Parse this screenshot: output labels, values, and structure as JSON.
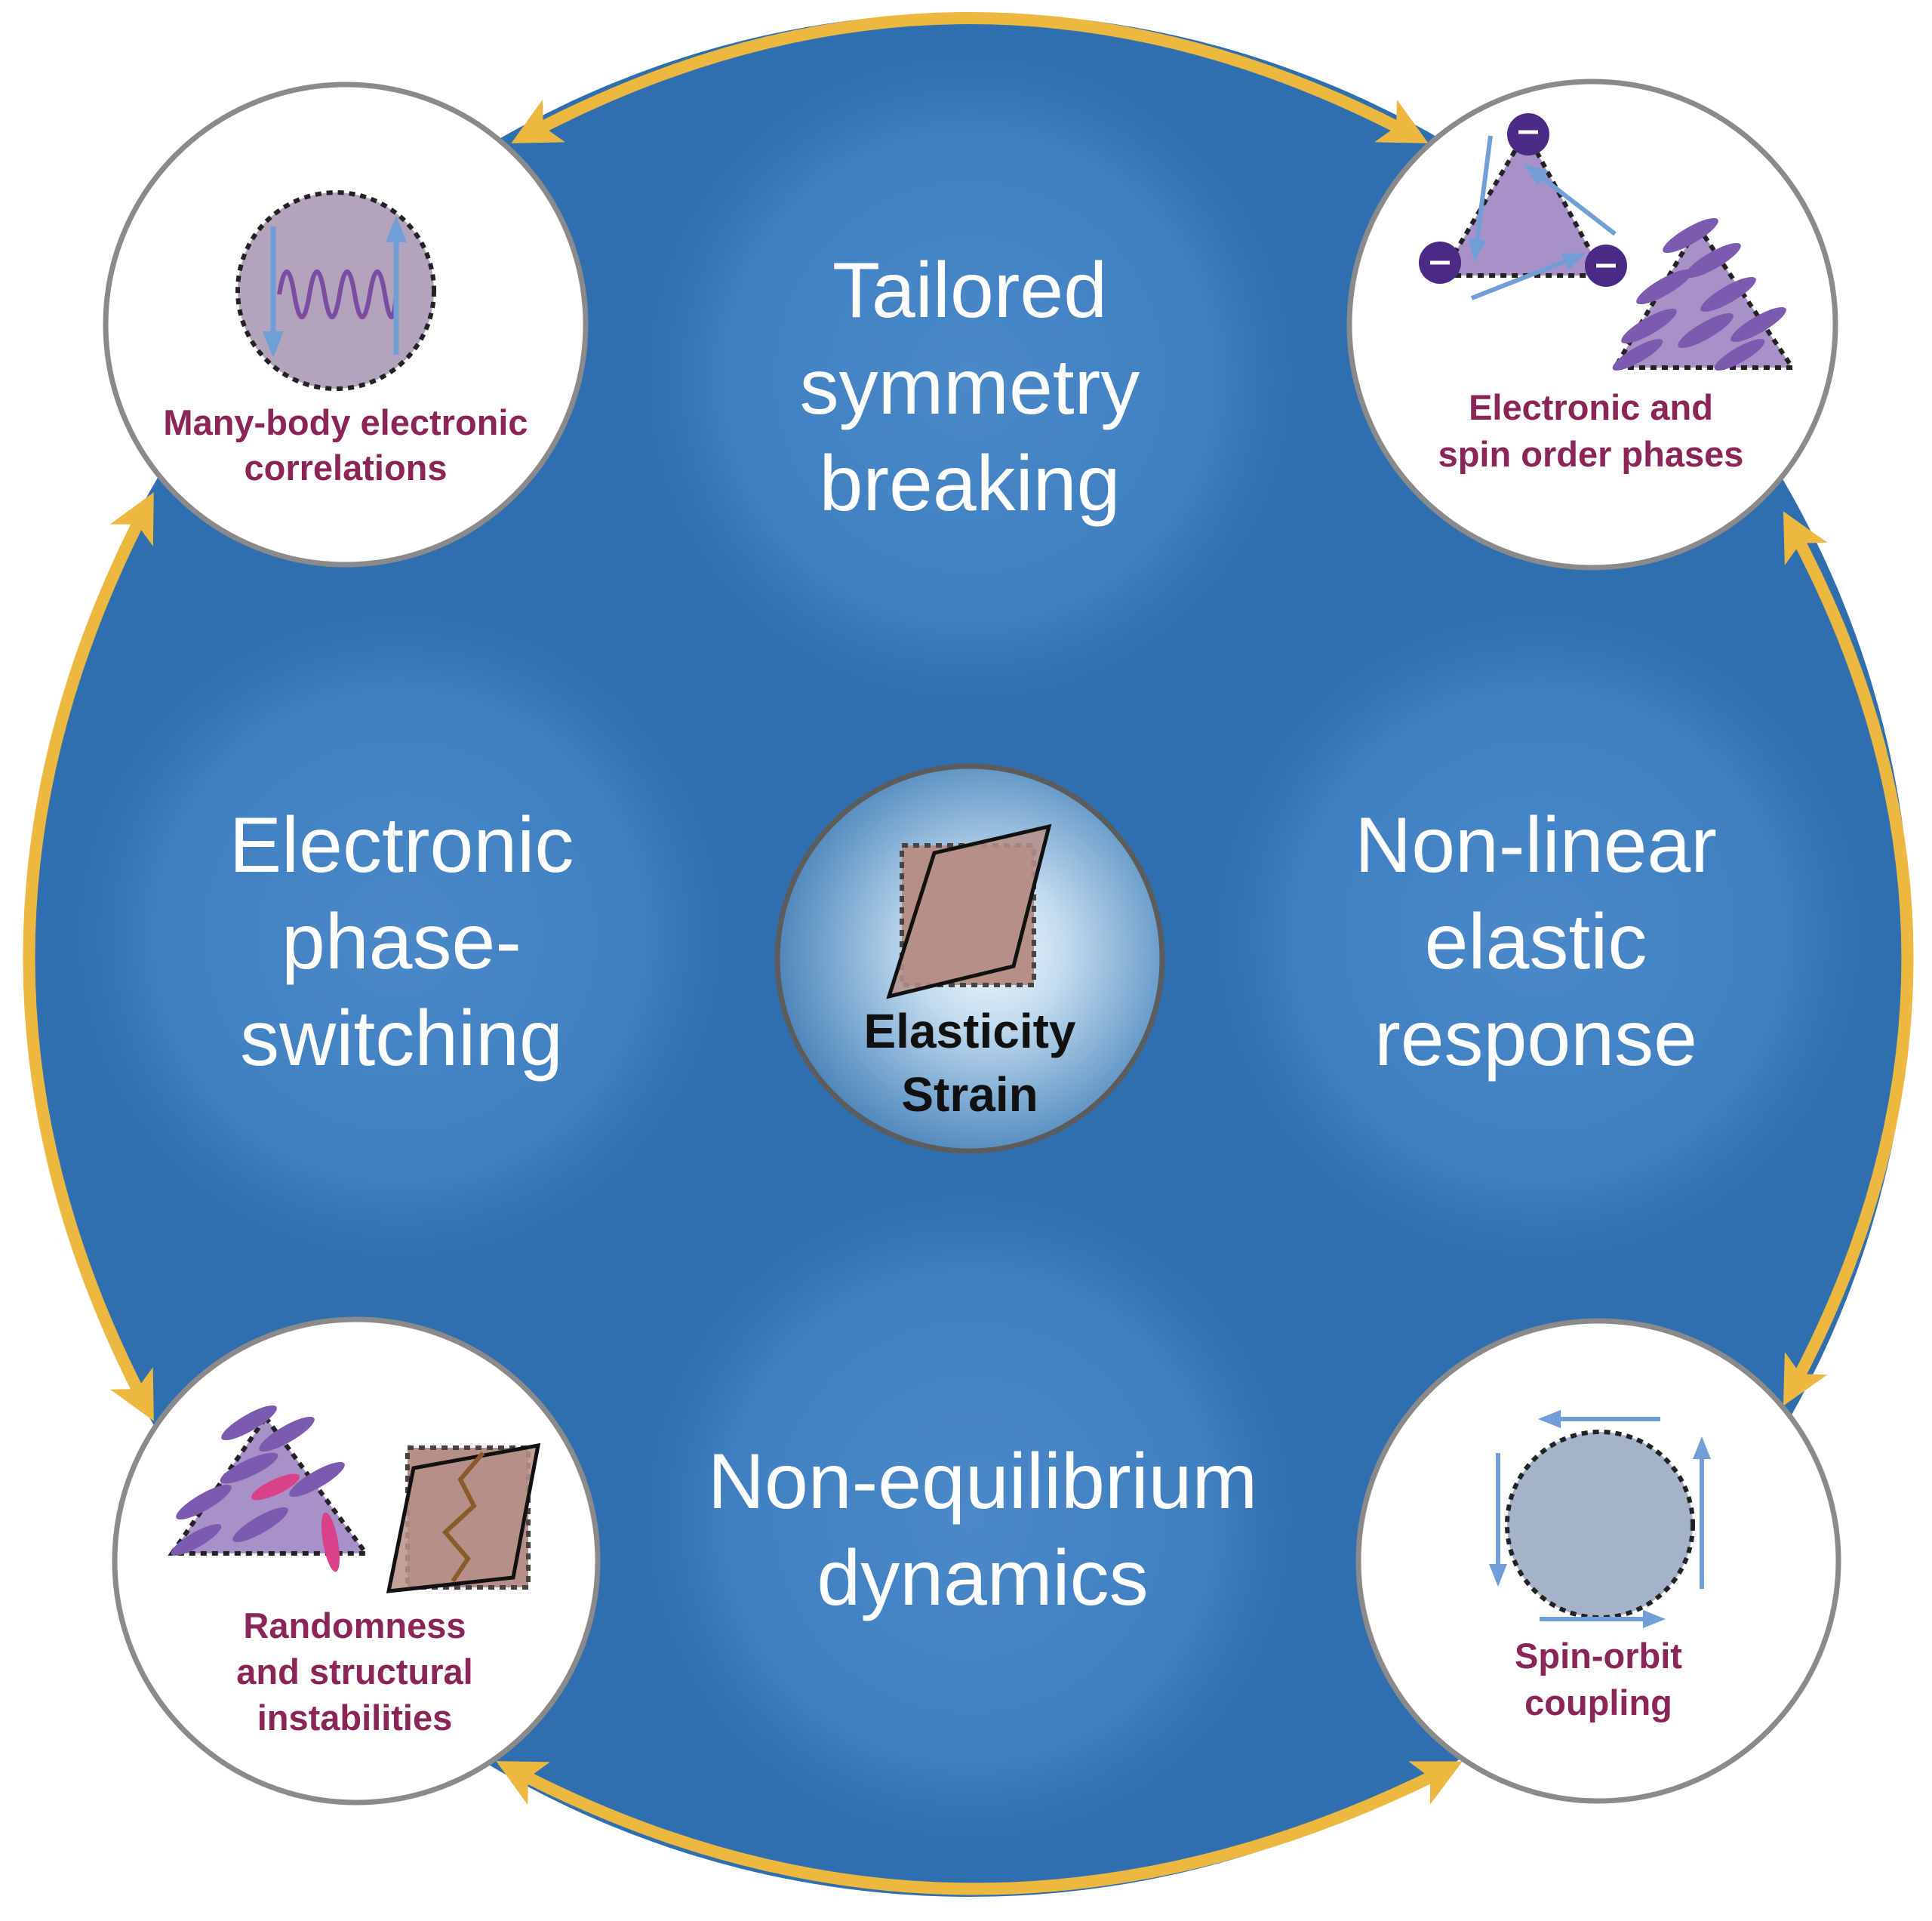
{
  "center": {
    "line1": "Elasticity",
    "line2": "Strain"
  },
  "themes": {
    "top": [
      "Tailored",
      "symmetry",
      "breaking"
    ],
    "left": [
      "Electronic",
      "phase-",
      "switching"
    ],
    "right": [
      "Non-linear",
      "elastic",
      "response"
    ],
    "bottom": [
      "Non-equilibrium",
      "dynamics"
    ]
  },
  "nodes": {
    "top_left": [
      "Many-body electronic",
      "correlations"
    ],
    "top_right": [
      "Electronic and",
      "spin order phases"
    ],
    "bottom_left": [
      "Randomness",
      "and structural",
      "instabilities"
    ],
    "bottom_right": [
      "Spin-orbit",
      "coupling"
    ]
  },
  "colors": {
    "main_disc": "#2f6fb0",
    "arrow": "#ecb840",
    "node_label": "#8c2557",
    "node_border": "#8a8a8a",
    "shape_purple": "#a890c8",
    "shape_brown": "#b69088",
    "arrow_blue": "#6f9fd6"
  }
}
